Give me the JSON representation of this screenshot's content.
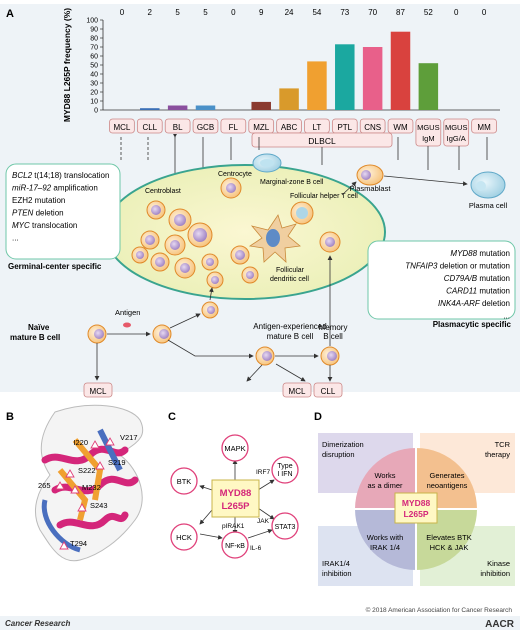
{
  "panel_a": {
    "label": "A",
    "chart_data": {
      "type": "bar",
      "ylabel": "MYD88 L265P frequency (%)",
      "ylim": [
        0,
        100
      ],
      "yticks": [
        0,
        10,
        20,
        30,
        40,
        50,
        60,
        70,
        80,
        90,
        100
      ],
      "categories": [
        "MCL",
        "CLL",
        "BL",
        "GCB",
        "FL",
        "MZL",
        "ABC",
        "LT",
        "PTL",
        "CNS",
        "WM",
        "MGUS IgM",
        "MGUS IgG/A",
        "MM"
      ],
      "values": [
        0,
        2,
        5,
        5,
        0,
        9,
        24,
        54,
        73,
        70,
        87,
        52,
        0,
        0
      ],
      "top_labels": [
        "0",
        "2",
        "5",
        "5",
        "0",
        "9",
        "24",
        "54",
        "73",
        "70",
        "87",
        "52",
        "0",
        "0"
      ],
      "colors": [
        "#cccccc",
        "#3b6fb6",
        "#8a4f9e",
        "#4a90c8",
        "#cccccc",
        "#8b3a2f",
        "#d99a2b",
        "#f0a030",
        "#1ba8a0",
        "#e8608a",
        "#d9423e",
        "#5e9e3a",
        "#cccccc",
        "#cccccc"
      ]
    },
    "box_labels": [
      "MCL",
      "CLL",
      "BL",
      "GCB",
      "FL",
      "MZL",
      "ABC",
      "LT",
      "PTL",
      "CNS",
      "WM",
      "MGUS",
      "IgM",
      "MGUS",
      "IgG/A",
      "MM"
    ],
    "dlbcl": "DLBCL",
    "cells": {
      "centroblast": "Centroblast",
      "centrocyte": "Centrocyte",
      "marginal_zone": "Marginal-zone B cell",
      "follicular_helper": "Follicular helper T cell",
      "follicular_dendritic_1": "Follicular",
      "follicular_dendritic_2": "dendritic cell",
      "plasmablast": "Plasmablast",
      "plasma_cell": "Plasma cell",
      "antigen": "Antigen",
      "naive_1": "Naïve",
      "naive_2": "mature B cell",
      "antigen_exp_1": "Antigen-experienced",
      "antigen_exp_2": "mature B cell",
      "memory_1": "Memory",
      "memory_2": "B cell"
    },
    "lower_boxes": [
      "MCL",
      "MCL",
      "CLL"
    ],
    "gc_box": {
      "lines": [
        {
          "it": "BCL2",
          "rest": " t(14;18) translocation"
        },
        {
          "it": "miR-17–92",
          "rest": " amplification"
        },
        {
          "it": "",
          "rest": "EZH2 mutation"
        },
        {
          "it": "PTEN",
          "rest": " deletion"
        },
        {
          "it": "MYC",
          "rest": " translocation"
        },
        {
          "it": "",
          "rest": "..."
        }
      ],
      "caption": "Germinal-center specific"
    },
    "pc_box": {
      "lines": [
        {
          "it": "MYD88",
          "rest": " mutation"
        },
        {
          "it": "TNFAIP3",
          "rest": " deletion or mutation"
        },
        {
          "it": "CD79A/B",
          "rest": " mutation"
        },
        {
          "it": "CARD11",
          "rest": " mutation"
        },
        {
          "it": "INK4A-ARF",
          "rest": " deletion"
        },
        {
          "it": "",
          "rest": "..."
        }
      ],
      "caption": "Plasmacytic specific"
    }
  },
  "panel_b": {
    "label": "B",
    "residues": [
      "I220",
      "V217",
      "S219",
      "S222",
      "M232",
      "265",
      "S243",
      "T294"
    ]
  },
  "panel_c": {
    "label": "C",
    "center_1": "MYD88",
    "center_2": "L265P",
    "nodes": {
      "mapk": "MAPK",
      "btk": "BTK",
      "hck": "HCK",
      "nfkb": "NF-κB",
      "stat3": "STAT3",
      "ifn_1": "Type",
      "ifn_2": "I IFN"
    },
    "edges": {
      "irf7": "IRF7",
      "jak": "JAK",
      "pirak1": "pIRAK1",
      "il6": "IL-6"
    }
  },
  "panel_d": {
    "label": "D",
    "center_1": "MYD88",
    "center_2": "L265P",
    "quadrants": [
      [
        "Works",
        "as a dimer"
      ],
      [
        "Generates",
        "neoantigens"
      ],
      [
        "Works with",
        "IRAK 1/4"
      ],
      [
        "Elevates BTK",
        "HCK & JAK"
      ]
    ],
    "corners": [
      [
        "Dimerization",
        "disruption"
      ],
      [
        "TCR",
        "therapy"
      ],
      [
        "IRAK1/4",
        "inhibition"
      ],
      [
        "Kinase",
        "inhibition"
      ]
    ]
  },
  "footer": {
    "copyright": "© 2018 American Association for Cancer Research",
    "journal": "Cancer Research",
    "logo": "AACR"
  }
}
